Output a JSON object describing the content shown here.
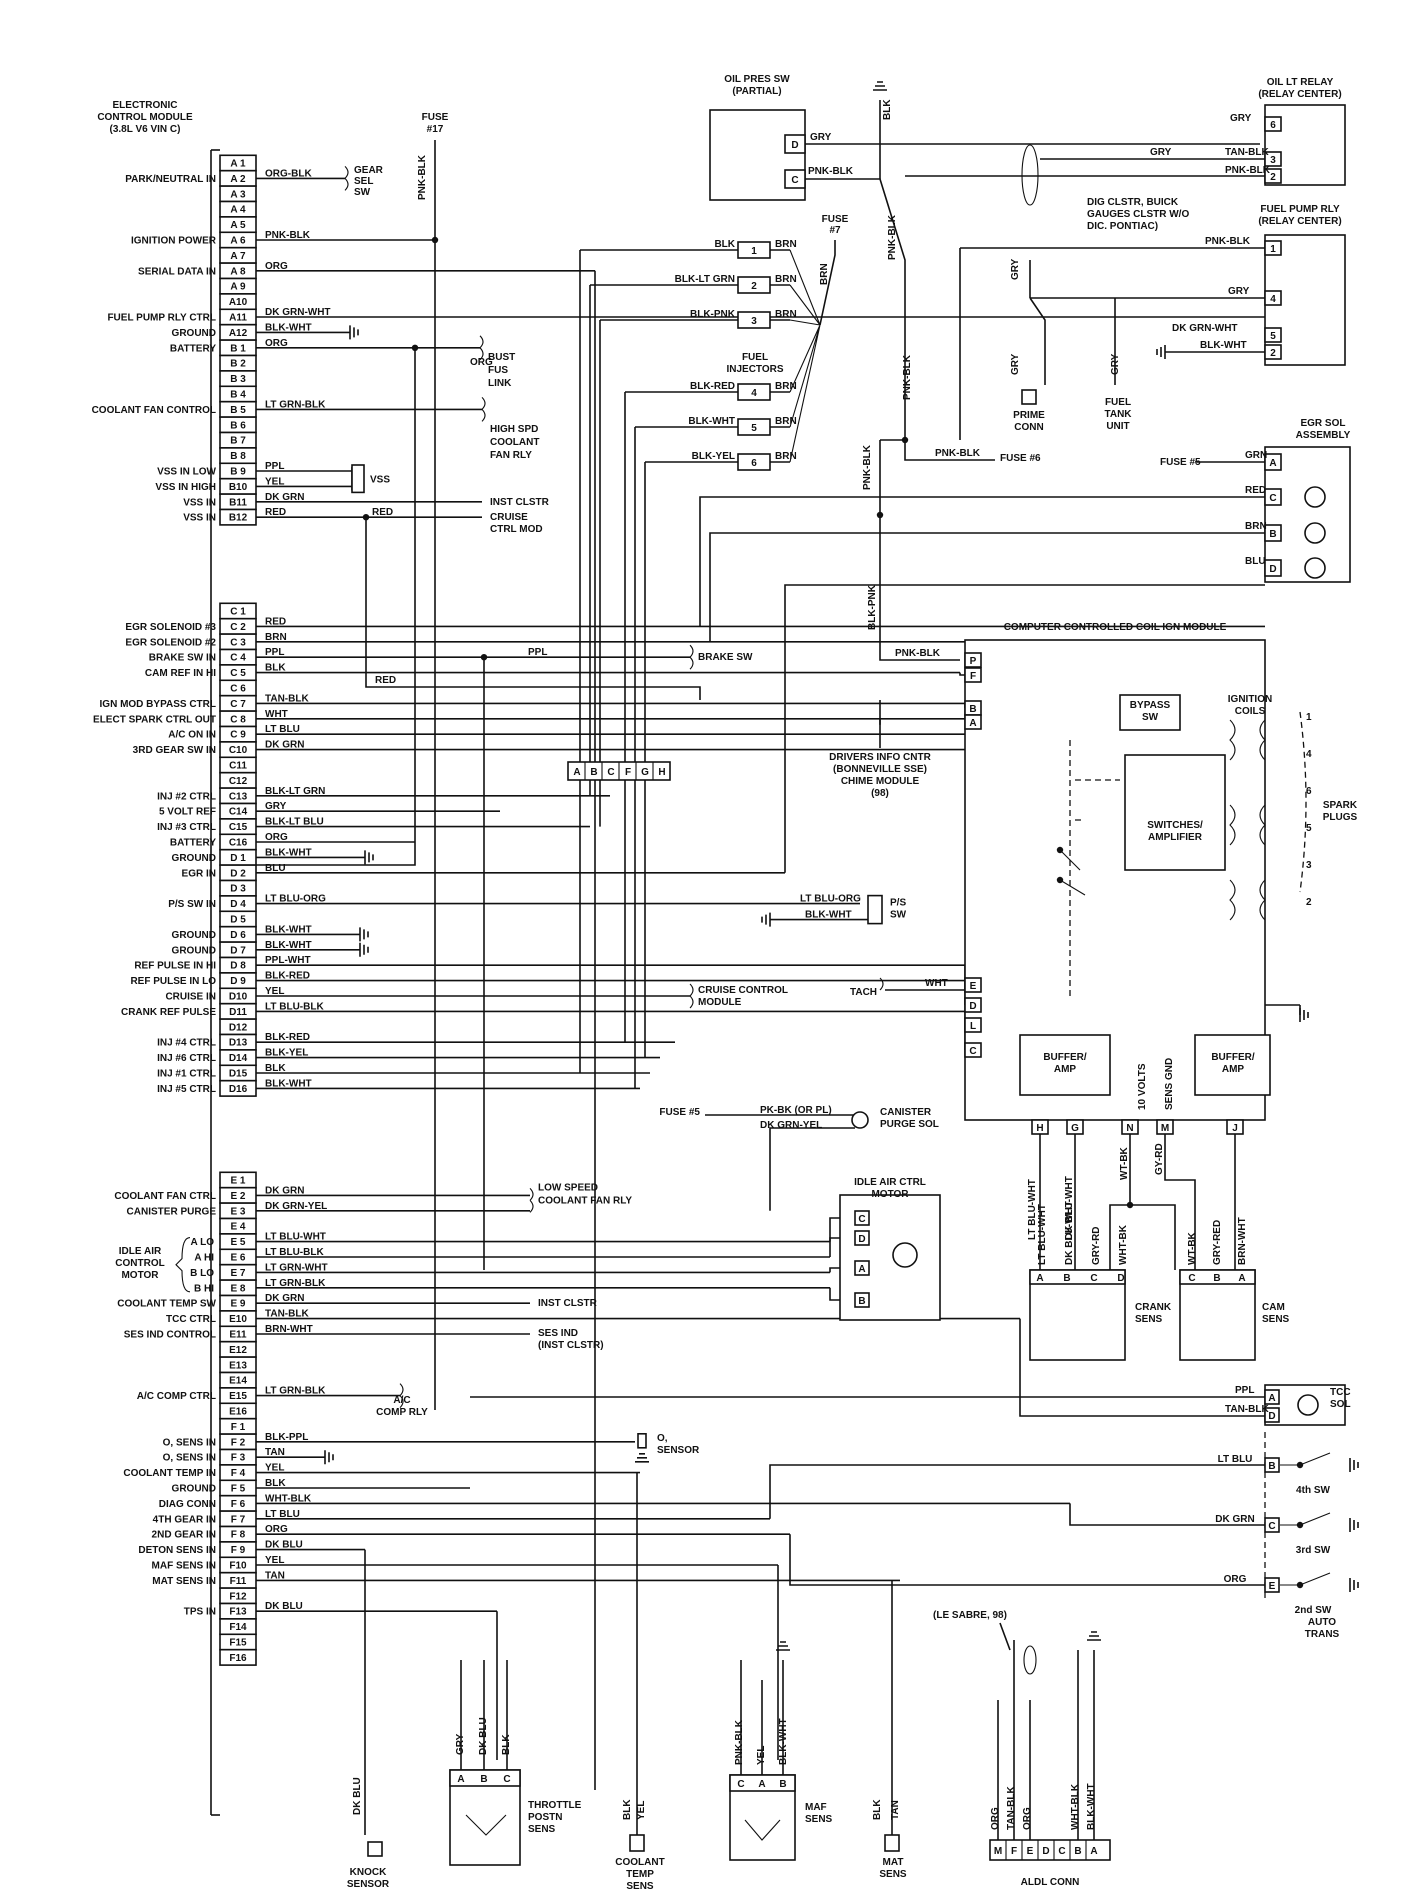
{
  "ecm": {
    "title": [
      "ELECTRONIC",
      "CONTROL MODULE",
      "(3.8L V6 VIN C)"
    ],
    "pin_groups": [
      {
        "pins": [
          "A 1",
          "A 2",
          "A 3",
          "A 4",
          "A 5",
          "A 6",
          "A 7",
          "A 8",
          "A 9",
          "A10",
          "A11",
          "A12",
          "B 1",
          "B 2",
          "B 3",
          "B 4",
          "B 5",
          "B 6",
          "B 7",
          "B 8",
          "B 9",
          "B10",
          "B11",
          "B12"
        ]
      },
      {
        "pins": [
          "C 1",
          "C 2",
          "C 3",
          "C 4",
          "C 5",
          "C 6",
          "C 7",
          "C 8",
          "C 9",
          "C10",
          "C11",
          "C12",
          "C13",
          "C14",
          "C15",
          "C16",
          "D 1",
          "D 2",
          "D 3",
          "D 4",
          "D 5",
          "D 6",
          "D 7",
          "D 8",
          "D 9",
          "D10",
          "D11",
          "D12",
          "D13",
          "D14",
          "D15",
          "D16"
        ]
      },
      {
        "pins": [
          "E 1",
          "E 2",
          "E 3",
          "E 4",
          "E 5",
          "E 6",
          "E 7",
          "E 8",
          "E 9",
          "E10",
          "E11",
          "E12",
          "E13",
          "E14",
          "E15",
          "E16",
          "F 1",
          "F 2",
          "F 3",
          "F 4",
          "F 5",
          "F 6",
          "F 7",
          "F 8",
          "F 9",
          "F10",
          "F11",
          "F12",
          "F13",
          "F14",
          "F15",
          "F16"
        ]
      }
    ],
    "functions": [
      {
        "pin": "A 2",
        "label": "PARK/NEUTRAL IN"
      },
      {
        "pin": "A 6",
        "label": "IGNITION POWER"
      },
      {
        "pin": "A 8",
        "label": "SERIAL DATA IN"
      },
      {
        "pin": "A11",
        "label": "FUEL PUMP RLY CTRL"
      },
      {
        "pin": "A12",
        "label": "GROUND"
      },
      {
        "pin": "B 1",
        "label": "BATTERY"
      },
      {
        "pin": "B 5",
        "label": "COOLANT FAN CONTROL"
      },
      {
        "pin": "B 9",
        "label": "VSS IN LOW"
      },
      {
        "pin": "B10",
        "label": "VSS IN HIGH"
      },
      {
        "pin": "B11",
        "label": "VSS IN"
      },
      {
        "pin": "B12",
        "label": "VSS IN"
      },
      {
        "pin": "C 2",
        "label": "EGR SOLENOID #3"
      },
      {
        "pin": "C 3",
        "label": "EGR SOLENOID #2"
      },
      {
        "pin": "C 4",
        "label": "BRAKE SW IN"
      },
      {
        "pin": "C 5",
        "label": "CAM REF IN HI"
      },
      {
        "pin": "C 7",
        "label": "IGN MOD BYPASS CTRL"
      },
      {
        "pin": "C 8",
        "label": "ELECT SPARK CTRL OUT"
      },
      {
        "pin": "C 9",
        "label": "A/C ON IN"
      },
      {
        "pin": "C10",
        "label": "3RD GEAR SW IN"
      },
      {
        "pin": "C13",
        "label": "INJ #2 CTRL"
      },
      {
        "pin": "C14",
        "label": "5 VOLT REF"
      },
      {
        "pin": "C15",
        "label": "INJ #3 CTRL"
      },
      {
        "pin": "C16",
        "label": "BATTERY"
      },
      {
        "pin": "D 1",
        "label": "GROUND"
      },
      {
        "pin": "D 2",
        "label": "EGR IN"
      },
      {
        "pin": "D 4",
        "label": "P/S SW IN"
      },
      {
        "pin": "D 6",
        "label": "GROUND"
      },
      {
        "pin": "D 7",
        "label": "GROUND"
      },
      {
        "pin": "D 8",
        "label": "REF PULSE IN HI"
      },
      {
        "pin": "D 9",
        "label": "REF PULSE IN LO"
      },
      {
        "pin": "D10",
        "label": "CRUISE IN"
      },
      {
        "pin": "D11",
        "label": "CRANK REF PULSE"
      },
      {
        "pin": "D13",
        "label": "INJ #4 CTRL"
      },
      {
        "pin": "D14",
        "label": "INJ #6 CTRL"
      },
      {
        "pin": "D15",
        "label": "INJ #1 CTRL"
      },
      {
        "pin": "D16",
        "label": "INJ #5 CTRL"
      },
      {
        "pin": "E 2",
        "label": "COOLANT FAN CTRL"
      },
      {
        "pin": "E 3",
        "label": "CANISTER PURGE"
      },
      {
        "pin": "E 5",
        "label": "A LO"
      },
      {
        "pin": "E 6",
        "label": "A HI"
      },
      {
        "pin": "E 7",
        "label": "B LO"
      },
      {
        "pin": "E 8",
        "label": "B HI"
      },
      {
        "pin": "E 9",
        "label": "COOLANT TEMP SW"
      },
      {
        "pin": "E10",
        "label": "TCC CTRL"
      },
      {
        "pin": "E11",
        "label": "SES IND CONTROL"
      },
      {
        "pin": "E15",
        "label": "A/C COMP CTRL"
      },
      {
        "pin": "F 2",
        "label": "O, SENS IN"
      },
      {
        "pin": "F 3",
        "label": "O, SENS IN"
      },
      {
        "pin": "F 4",
        "label": "COOLANT TEMP IN"
      },
      {
        "pin": "F 5",
        "label": "GROUND"
      },
      {
        "pin": "F 6",
        "label": "DIAG CONN"
      },
      {
        "pin": "F 7",
        "label": "4TH GEAR IN"
      },
      {
        "pin": "F 8",
        "label": "2ND GEAR IN"
      },
      {
        "pin": "F 9",
        "label": "DETON SENS IN"
      },
      {
        "pin": "F10",
        "label": "MAF SENS IN"
      },
      {
        "pin": "F11",
        "label": "MAT SENS IN"
      },
      {
        "pin": "F13",
        "label": "TPS IN"
      }
    ],
    "iac_group_label": [
      "IDLE AIR",
      "CONTROL",
      "MOTOR"
    ]
  },
  "wires": [
    {
      "pin": "A 2",
      "color": "ORG-BLK"
    },
    {
      "pin": "A 6",
      "color": "PNK-BLK"
    },
    {
      "pin": "A 8",
      "color": "ORG"
    },
    {
      "pin": "A11",
      "color": "DK GRN-WHT"
    },
    {
      "pin": "A12",
      "color": "BLK-WHT"
    },
    {
      "pin": "B 1",
      "color": "ORG"
    },
    {
      "pin": "B 5",
      "color": "LT GRN-BLK"
    },
    {
      "pin": "B 9",
      "color": "PPL"
    },
    {
      "pin": "B10",
      "color": "YEL"
    },
    {
      "pin": "B11",
      "color": "DK GRN"
    },
    {
      "pin": "B12",
      "color": "RED"
    },
    {
      "pin": "C 2",
      "color": "RED"
    },
    {
      "pin": "C 3",
      "color": "BRN"
    },
    {
      "pin": "C 4",
      "color": "PPL"
    },
    {
      "pin": "C 5",
      "color": "BLK"
    },
    {
      "pin": "C 7",
      "color": "TAN-BLK"
    },
    {
      "pin": "C 8",
      "color": "WHT"
    },
    {
      "pin": "C 9",
      "color": "LT BLU"
    },
    {
      "pin": "C10",
      "color": "DK GRN"
    },
    {
      "pin": "C13",
      "color": "BLK-LT GRN"
    },
    {
      "pin": "C14",
      "color": "GRY"
    },
    {
      "pin": "C15",
      "color": "BLK-LT BLU"
    },
    {
      "pin": "C16",
      "color": "ORG"
    },
    {
      "pin": "D 1",
      "color": "BLK-WHT"
    },
    {
      "pin": "D 2",
      "color": "BLU"
    },
    {
      "pin": "D 4",
      "color": "LT BLU-ORG"
    },
    {
      "pin": "D 6",
      "color": "BLK-WHT"
    },
    {
      "pin": "D 7",
      "color": "BLK-WHT"
    },
    {
      "pin": "D 8",
      "color": "PPL-WHT"
    },
    {
      "pin": "D 9",
      "color": "BLK-RED"
    },
    {
      "pin": "D10",
      "color": "YEL"
    },
    {
      "pin": "D11",
      "color": "LT BLU-BLK"
    },
    {
      "pin": "D13",
      "color": "BLK-RED"
    },
    {
      "pin": "D14",
      "color": "BLK-YEL"
    },
    {
      "pin": "D15",
      "color": "BLK"
    },
    {
      "pin": "D16",
      "color": "BLK-WHT"
    },
    {
      "pin": "E 2",
      "color": "DK GRN"
    },
    {
      "pin": "E 3",
      "color": "DK GRN-YEL"
    },
    {
      "pin": "E 5",
      "color": "LT BLU-WHT"
    },
    {
      "pin": "E 6",
      "color": "LT BLU-BLK"
    },
    {
      "pin": "E 7",
      "color": "LT GRN-WHT"
    },
    {
      "pin": "E 8",
      "color": "LT GRN-BLK"
    },
    {
      "pin": "E 9",
      "color": "DK GRN"
    },
    {
      "pin": "E10",
      "color": "TAN-BLK"
    },
    {
      "pin": "E11",
      "color": "BRN-WHT"
    },
    {
      "pin": "E15",
      "color": "LT GRN-BLK"
    },
    {
      "pin": "F 2",
      "color": "BLK-PPL"
    },
    {
      "pin": "F 3",
      "color": "TAN"
    },
    {
      "pin": "F 4",
      "color": "YEL"
    },
    {
      "pin": "F 5",
      "color": "BLK"
    },
    {
      "pin": "F 6",
      "color": "WHT-BLK"
    },
    {
      "pin": "F 7",
      "color": "LT BLU"
    },
    {
      "pin": "F 8",
      "color": "ORG"
    },
    {
      "pin": "F 9",
      "color": "DK BLU"
    },
    {
      "pin": "F10",
      "color": "YEL"
    },
    {
      "pin": "F11",
      "color": "TAN"
    },
    {
      "pin": "F13",
      "color": "DK BLU"
    }
  ],
  "components": {
    "gear_sel_sw": [
      "GEAR",
      "SEL",
      "SW"
    ],
    "fuse17": [
      "FUSE",
      "#17"
    ],
    "fuse17_wire": "PNK-BLK",
    "bust_fus_link": [
      "BUST",
      "FUS",
      "LINK"
    ],
    "bust_wire": "ORG",
    "high_spd_fan": [
      "HIGH SPD",
      "COOLANT",
      "FAN RLY"
    ],
    "vss": "VSS",
    "inst_clstr": "INST CLSTR",
    "cruise_ctrl_mod": [
      "CRUISE",
      "CTRL MOD"
    ],
    "red_tap": "RED",
    "brake_sw": "BRAKE SW",
    "brake_wire": "PPL",
    "cam_red": "RED",
    "drivers_info": [
      "DRIVERS INFO CNTR",
      "(BONNEVILLE SSE)",
      "CHIME MODULE",
      "(98)"
    ],
    "inline_conn": [
      "A",
      "B",
      "C",
      "F",
      "G",
      "H"
    ],
    "ps_sw": {
      "label": [
        "P/S",
        "SW"
      ],
      "wires": [
        "LT BLU-ORG",
        "BLK-WHT"
      ]
    },
    "tach": "TACH",
    "tach_wire": "WHT",
    "cruise_module": [
      "CRUISE CONTROL",
      "MODULE"
    ],
    "canister": {
      "fuse": "FUSE #5",
      "wires": [
        "PK-BK (OR PL)",
        "DK GRN-YEL"
      ],
      "label": [
        "CANISTER",
        "PURGE SOL"
      ]
    },
    "low_speed_fan": [
      "LOW SPEED",
      "COOLANT FAN RLY"
    ],
    "iac_motor": {
      "label": [
        "IDLE AIR CTRL",
        "MOTOR"
      ],
      "pins": [
        "C",
        "D",
        "A",
        "B"
      ]
    },
    "ses_ind": [
      "SES IND",
      "(INST CLSTR)"
    ],
    "ac_comp_rly": [
      "A/C",
      "COMP RLY"
    ],
    "o2_sensor": [
      "O,",
      "SENSOR"
    ],
    "oil_pres_sw": {
      "title": [
        "OIL PRES SW",
        "(PARTIAL)"
      ],
      "pins": [
        "D",
        "C"
      ],
      "wires": [
        "GRY",
        "PNK-BLK"
      ]
    },
    "top_ground_wire": "BLK",
    "oil_lt_relay": {
      "title": [
        "OIL LT RELAY",
        "(RELAY CENTER)"
      ],
      "pins": [
        "6",
        "3",
        "2"
      ],
      "wires": [
        "GRY",
        "TAN-BLK",
        "PNK-BLK"
      ],
      "left_wire": "GRY"
    },
    "dig_clstr_note": [
      "DIG CLSTR, BUICK",
      "GAUGES CLSTR W/O",
      "DIC. PONTIAC)"
    ],
    "fuse7": [
      "FUSE",
      "#7"
    ],
    "fuse7_wire": "BRN",
    "injectors": {
      "label": [
        "FUEL",
        "INJECTORS"
      ],
      "items": [
        {
          "num": "1",
          "ecm_wire": "BLK",
          "feed": "BRN"
        },
        {
          "num": "2",
          "ecm_wire": "BLK-LT GRN",
          "feed": "BRN"
        },
        {
          "num": "3",
          "ecm_wire": "BLK-PNK",
          "feed": "BRN"
        },
        {
          "num": "4",
          "ecm_wire": "BLK-RED",
          "feed": "BRN"
        },
        {
          "num": "5",
          "ecm_wire": "BLK-WHT",
          "feed": "BRN"
        },
        {
          "num": "6",
          "ecm_wire": "BLK-YEL",
          "feed": "BRN"
        }
      ]
    },
    "fuel_pump_rly": {
      "title": [
        "FUEL PUMP RLY",
        "(RELAY CENTER)"
      ],
      "pins": [
        "1",
        "4",
        "5",
        "2"
      ],
      "wires": [
        "PNK-BLK",
        "GRY",
        "DK GRN-WHT",
        "BLK-WHT"
      ]
    },
    "prime_conn": {
      "label": [
        "PRIME",
        "CONN"
      ],
      "wire": "GRY"
    },
    "fuel_tank_unit": {
      "label": [
        "FUEL",
        "TANK",
        "UNIT"
      ],
      "wire": "GRY"
    },
    "fuse6": "FUSE #6",
    "fuse6_wire": "PNK-BLK",
    "pnk_blk_vertical": [
      "PNK-BLK",
      "PNK-BLK",
      "PNK-BLK",
      "BLK-PNK"
    ],
    "egr_sol": {
      "title": [
        "EGR SOL",
        "ASSEMBLY"
      ],
      "fuse": "FUSE #5",
      "pins": [
        "A",
        "C",
        "B",
        "D"
      ],
      "wires": [
        "GRN",
        "RED",
        "BRN",
        "BLU"
      ]
    },
    "ign_module": {
      "title": "COMPUTER CONTROLLED COIL IGN MODULE",
      "top_pins": [
        "P",
        "F",
        "B",
        "A"
      ],
      "top_wire": "PNK-BLK",
      "mid_pins": [
        "E",
        "D",
        "L",
        "C"
      ],
      "bypass": [
        "BYPASS",
        "SW"
      ],
      "switches": [
        "SWITCHES/",
        "AMPLIFIER"
      ],
      "coils": [
        "IGNITION",
        "COILS"
      ],
      "spark_plugs": [
        "SPARK",
        "PLUGS"
      ],
      "plug_numbers": [
        "1",
        "4",
        "6",
        "5",
        "3",
        "2"
      ],
      "buffer_left": [
        "BUFFER/",
        "AMP"
      ],
      "buffer_right": [
        "BUFFER/",
        "AMP"
      ],
      "ten_volts": "10 VOLTS",
      "sens_gnd": "SENS GND",
      "bottom_pins": [
        "H",
        "G",
        "N",
        "M",
        "J"
      ],
      "bottom_wires": [
        "LT BLU-WHT",
        "DK BLU-WHT",
        "WT-BK",
        "GY-RD"
      ]
    },
    "crank_sens": {
      "label": [
        "CRANK",
        "SENS"
      ],
      "pins": [
        "A",
        "B",
        "C",
        "D"
      ],
      "wires": [
        "LT BLU-WHT",
        "DK BLU-WHT",
        "GRY-RD",
        "WHT-BK"
      ]
    },
    "cam_sens": {
      "label": [
        "CAM",
        "SENS"
      ],
      "pins": [
        "C",
        "B",
        "A"
      ],
      "wires": [
        "WT-BK",
        "GRY-RED",
        "BRN-WHT"
      ]
    },
    "tcc_sol": {
      "label": [
        "TCC",
        "SOL"
      ],
      "pins": [
        "A",
        "D"
      ],
      "wires": [
        "PPL",
        "TAN-BLK"
      ]
    },
    "auto_trans": {
      "label": [
        "AUTO",
        "TRANS"
      ],
      "switches": [
        {
          "pin": "B",
          "wire": "LT BLU",
          "name": "4th SW"
        },
        {
          "pin": "C",
          "wire": "DK GRN",
          "name": "3rd SW"
        },
        {
          "pin": "E",
          "wire": "ORG",
          "name": "2nd SW"
        }
      ]
    },
    "knock_sensor": {
      "label": [
        "KNOCK",
        "SENSOR"
      ],
      "wire": "DK BLU"
    },
    "tps": {
      "label": [
        "THROTTLE",
        "POSTN",
        "SENS"
      ],
      "pins": [
        "A",
        "B",
        "C"
      ],
      "wires": [
        "GRY",
        "DK BLU",
        "BLK"
      ]
    },
    "coolant_temp_sens": {
      "label": [
        "COOLANT",
        "TEMP",
        "SENS"
      ],
      "wires": [
        "BLK",
        "YEL"
      ]
    },
    "maf_sens": {
      "label": [
        "MAF",
        "SENS"
      ],
      "pins": [
        "C",
        "A",
        "B"
      ],
      "wires": [
        "PNK-BLK",
        "YEL",
        "BLK-WHT"
      ]
    },
    "mat_sens": {
      "label": [
        "MAT",
        "SENS"
      ],
      "wires": [
        "BLK",
        "TAN"
      ]
    },
    "aldl": {
      "label": "ALDL CONN",
      "note": "(LE SABRE, 98)",
      "pins": [
        "M",
        "F",
        "E",
        "D",
        "C",
        "B",
        "A"
      ],
      "wires": [
        "ORG",
        "TAN-BLK",
        "ORG",
        "WHT-BLK",
        "BLK-WHT"
      ]
    }
  }
}
